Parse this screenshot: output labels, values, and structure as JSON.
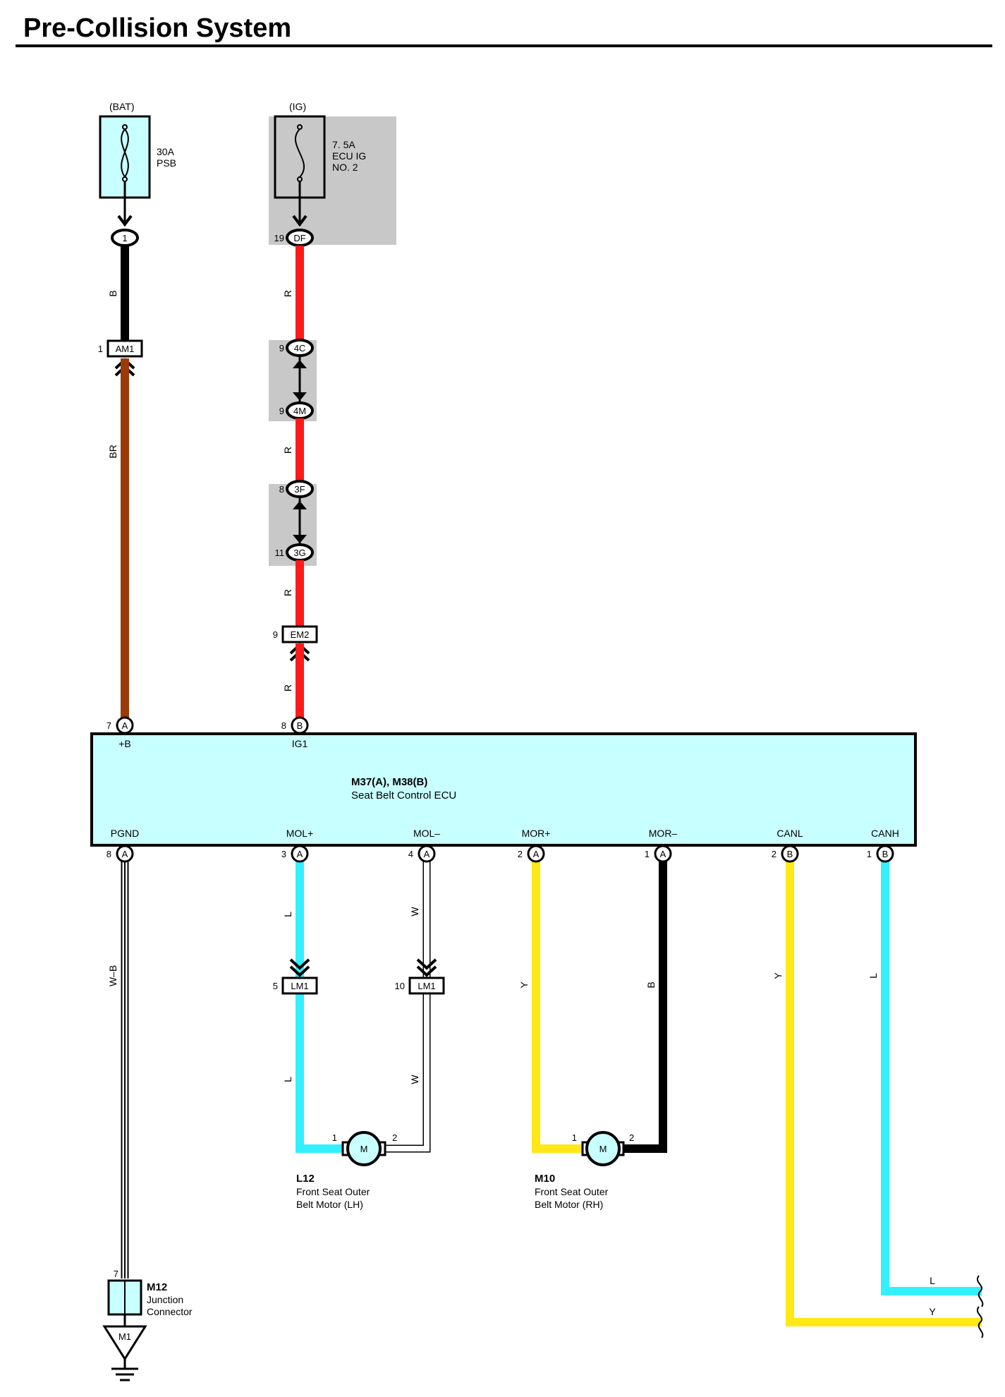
{
  "title": "Pre-Collision System",
  "colors": {
    "B": "#000000",
    "BR": "#9a3a08",
    "R": "#ff1a1a",
    "L": "#33f0ff",
    "Y": "#ffe814",
    "W": "#ffffff",
    "ecu_fill": "#c8ffff",
    "shade": "#c8c8c8"
  },
  "fuses": {
    "bat": {
      "source": "(BAT)",
      "amp": "30A",
      "name": "PSB"
    },
    "ig": {
      "source": "(IG)",
      "amp": "7. 5A",
      "name1": "ECU IG",
      "name2": "NO. 2"
    }
  },
  "connectors": {
    "c1": {
      "pin": "",
      "code": "1"
    },
    "df": {
      "pin": "19",
      "code": "DF"
    },
    "am1": {
      "pin": "1",
      "code": "AM1"
    },
    "c4c": {
      "pin": "9",
      "code": "4C"
    },
    "c4m": {
      "pin": "9",
      "code": "4M"
    },
    "c3f": {
      "pin": "8",
      "code": "3F"
    },
    "c3g": {
      "pin": "11",
      "code": "3G"
    },
    "em2": {
      "pin": "9",
      "code": "EM2"
    },
    "lm1a": {
      "pin": "5",
      "code": "LM1"
    },
    "lm1b": {
      "pin": "10",
      "code": "LM1"
    }
  },
  "wire_labels": {
    "bat_top": "B",
    "bat_low": "BR",
    "ig_1": "R",
    "ig_2": "R",
    "ig_3": "R",
    "ig_4": "R",
    "pgnd": "W–B",
    "mol_plus_1": "L",
    "mol_plus_2": "L",
    "mol_minus_1": "W",
    "mol_minus_2": "W",
    "mor_plus": "Y",
    "mor_minus": "B",
    "canl": "Y",
    "canh": "L",
    "canh_end": "L",
    "canl_end": "Y"
  },
  "ecu": {
    "name": "M37(A), M38(B)",
    "desc": "Seat Belt Control ECU",
    "top_pins": [
      {
        "num": "7",
        "conn": "A",
        "name": "+B"
      },
      {
        "num": "8",
        "conn": "B",
        "name": "IG1"
      }
    ],
    "bottom_pins": [
      {
        "num": "8",
        "conn": "A",
        "name": "PGND"
      },
      {
        "num": "3",
        "conn": "A",
        "name": "MOL+"
      },
      {
        "num": "4",
        "conn": "A",
        "name": "MOL–"
      },
      {
        "num": "2",
        "conn": "A",
        "name": "MOR+"
      },
      {
        "num": "1",
        "conn": "A",
        "name": "MOR–"
      },
      {
        "num": "2",
        "conn": "B",
        "name": "CANL"
      },
      {
        "num": "1",
        "conn": "B",
        "name": "CANH"
      }
    ]
  },
  "motors": {
    "lh": {
      "symbol": "M",
      "pin1": "1",
      "pin2": "2",
      "code": "L12",
      "line1": "Front Seat Outer",
      "line2": "Belt Motor (LH)"
    },
    "rh": {
      "symbol": "M",
      "pin1": "1",
      "pin2": "2",
      "code": "M10",
      "line1": "Front Seat Outer",
      "line2": "Belt Motor (RH)"
    }
  },
  "junction": {
    "pin": "7",
    "code": "M12",
    "line1": "Junction",
    "line2": "Connector"
  },
  "ground": {
    "code": "M1"
  }
}
